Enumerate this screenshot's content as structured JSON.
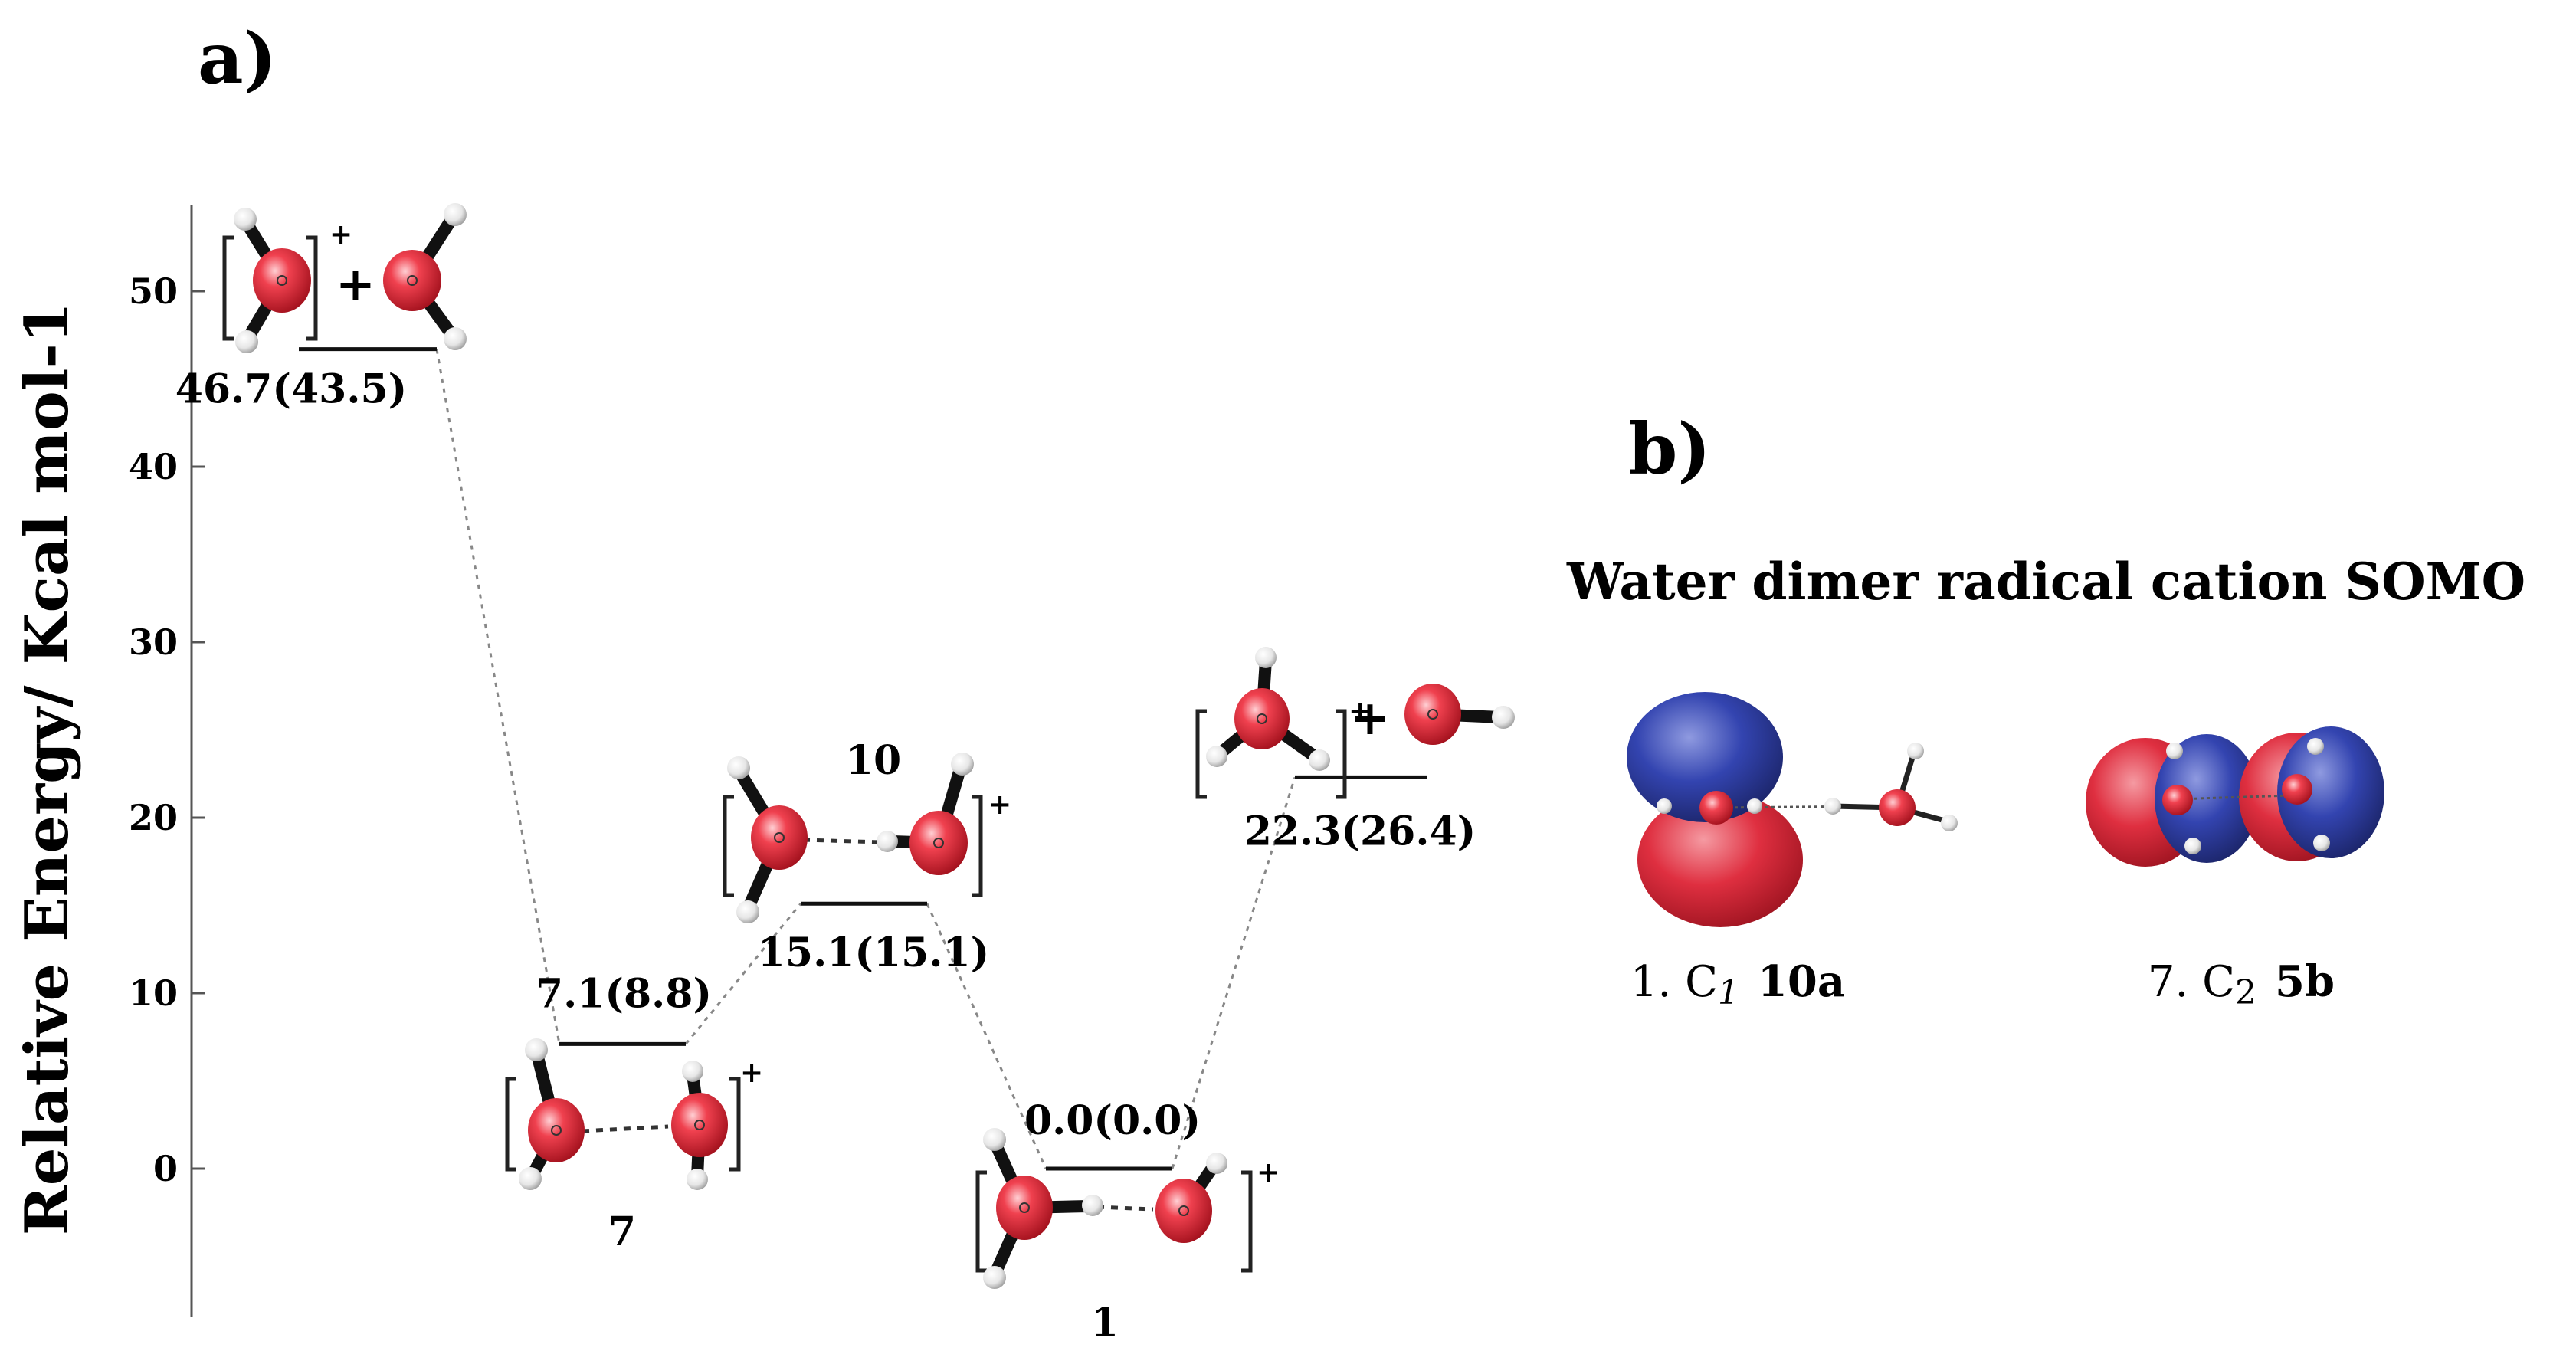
{
  "panel_a_label": "a)",
  "panel_b_label": "b)",
  "chart_data": {
    "type": "energy-level-diagram",
    "ylabel": "Relative  Energy/ Kcal mol-1",
    "ylim": [
      -8,
      55
    ],
    "yticks": [
      0,
      10,
      20,
      30,
      40,
      50
    ],
    "grid": false,
    "levels": [
      {
        "id": "dissociated-h2o-radical-plus-h2o",
        "value": 46.7,
        "value_label": "46.7(43.5)",
        "structure_label": ""
      },
      {
        "id": "isomer-7",
        "value": 7.1,
        "value_label": "7.1(8.8)",
        "structure_label": "7"
      },
      {
        "id": "isomer-10",
        "value": 15.1,
        "value_label": "15.1(15.1)",
        "structure_label": "10"
      },
      {
        "id": "isomer-1",
        "value": 0.0,
        "value_label": "0.0(0.0)",
        "structure_label": "1"
      },
      {
        "id": "h3o-plus-oh",
        "value": 22.3,
        "value_label": "22.3(26.4)",
        "structure_label": ""
      }
    ],
    "connections": [
      [
        0,
        1
      ],
      [
        1,
        2
      ],
      [
        2,
        3
      ],
      [
        3,
        4
      ]
    ]
  },
  "panel_b": {
    "title": "Water dimer radical cation SOMO",
    "orbitals": [
      {
        "label_prefix": "1. C",
        "subscript": "1",
        "symmetry": "10a"
      },
      {
        "label_prefix": "7. C",
        "subscript": "2",
        "symmetry": "5b"
      }
    ]
  },
  "colors": {
    "oxygen": "#e8283a",
    "hydrogen": "#eeeeee",
    "lobe_red": "#d8283a",
    "lobe_blue": "#2b3a9e",
    "level_line": "#111111",
    "connector": "#888888"
  }
}
